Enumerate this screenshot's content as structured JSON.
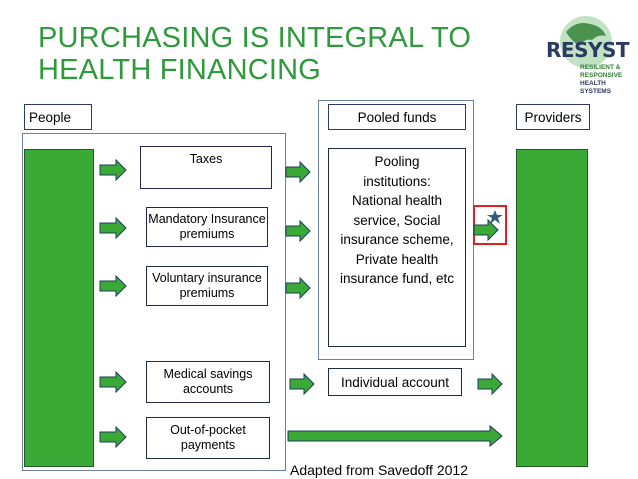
{
  "slide": {
    "title_line1": "PURCHASING IS INTEGRAL TO",
    "title_line2": "HEALTH FINANCING",
    "caption": "Adapted from Savedoff 2012"
  },
  "logo": {
    "name": "RESYST",
    "tagline_line1": "RESILIENT &",
    "tagline_line2": "RESPONSIVE",
    "tagline_line3": "HEALTH SYSTEMS"
  },
  "columns": {
    "people": "People",
    "pooled": "Pooled funds",
    "providers": "Providers"
  },
  "sources": {
    "taxes": "Taxes",
    "mandatory": "Mandatory Insurance premiums",
    "voluntary": "Voluntary insurance premiums",
    "savings": "Medical savings accounts",
    "oop": "Out-of-pocket payments"
  },
  "pool": {
    "institutions": "Pooling institutions: National health service, Social insurance scheme, Private health insurance fund, etc",
    "individual": "Individual account"
  },
  "colors": {
    "green": "#3aa935",
    "title": "#2e9a3b",
    "highlight": "#e02020"
  }
}
